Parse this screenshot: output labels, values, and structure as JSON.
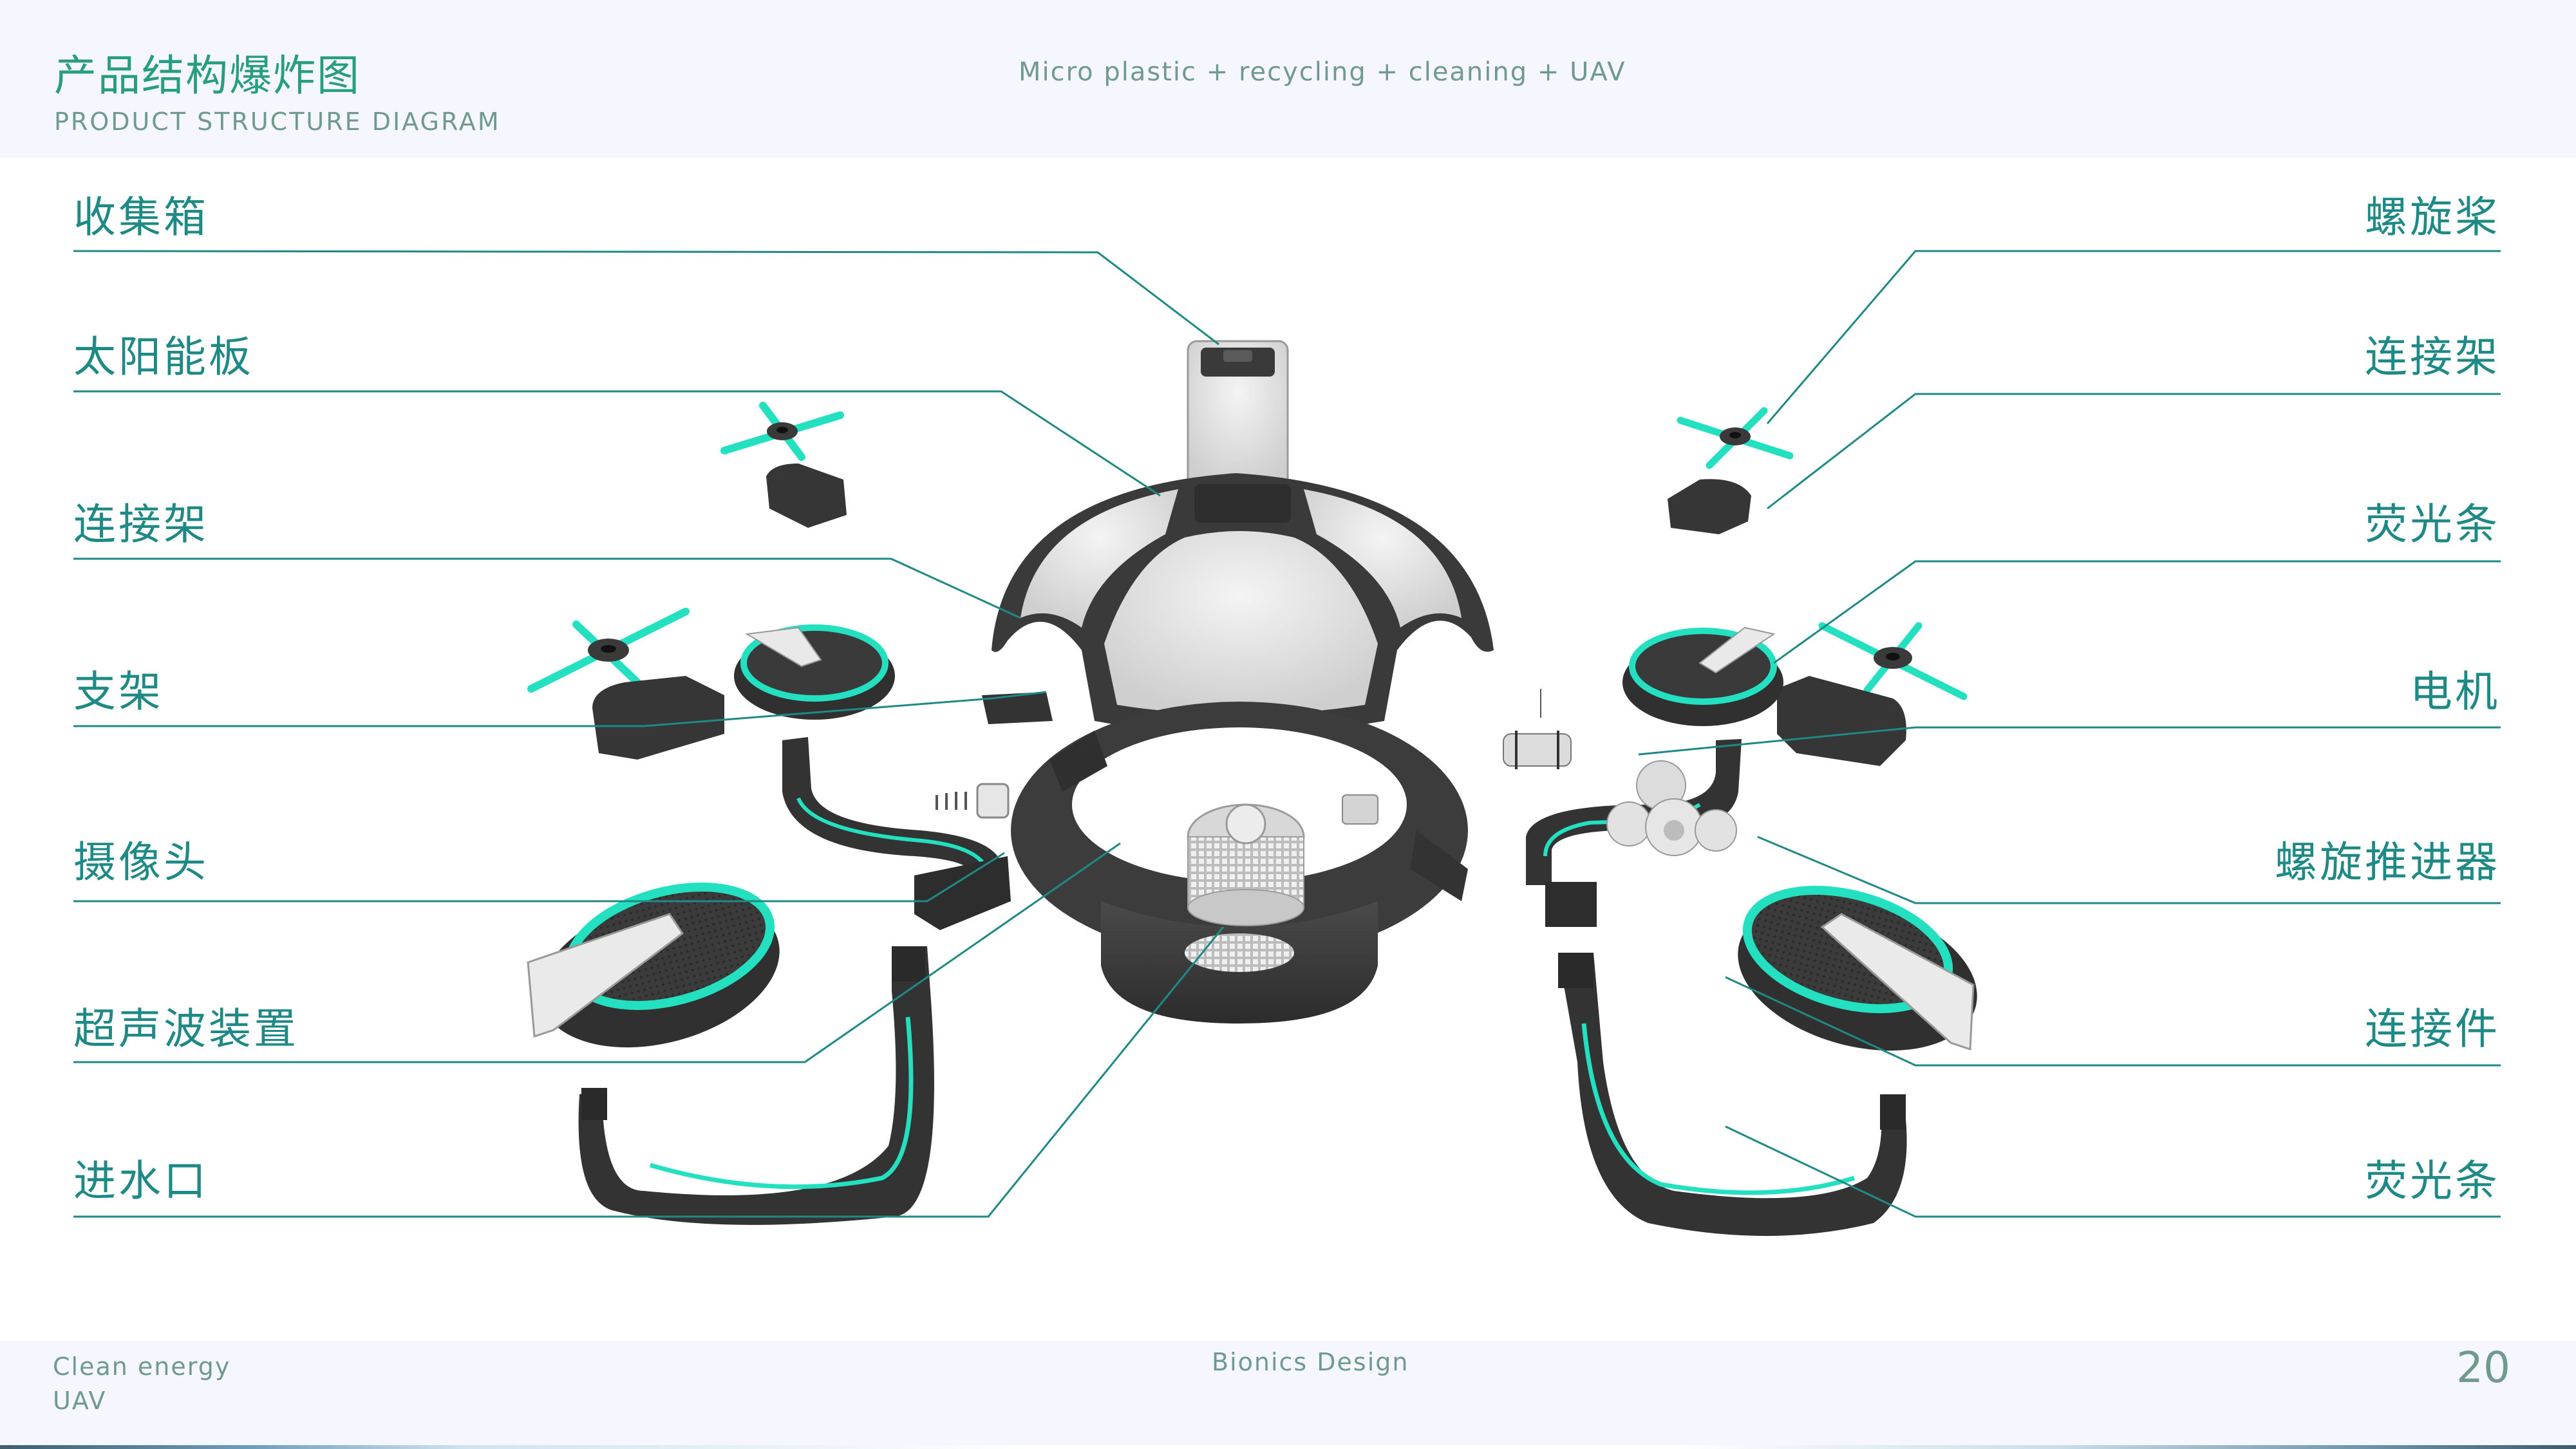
{
  "header": {
    "title_cn": "产品结构爆炸图",
    "title_en": "PRODUCT STRUCTURE DIAGRAM",
    "subtitle": "Micro plastic + recycling + cleaning + UAV"
  },
  "labels_left": [
    {
      "text": "收集箱"
    },
    {
      "text": "太阳能板"
    },
    {
      "text": "连接架"
    },
    {
      "text": "支架"
    },
    {
      "text": "摄像头"
    },
    {
      "text": "超声波装置"
    },
    {
      "text": "进水口"
    }
  ],
  "labels_right": [
    {
      "text": "螺旋桨"
    },
    {
      "text": "连接架"
    },
    {
      "text": "荧光条"
    },
    {
      "text": "电机"
    },
    {
      "text": "螺旋推进器"
    },
    {
      "text": "连接件"
    },
    {
      "text": "荧光条"
    }
  ],
  "footer": {
    "left_line1": "Clean energy",
    "left_line2": "UAV",
    "center": "Bionics Design",
    "page_number": "20"
  },
  "colors": {
    "accent_teal": "#1f8a85",
    "title_green": "#279e82",
    "muted_text": "#6f9a8e",
    "band_bg": "#f5f6fe",
    "glow_strip": "#22e0c0",
    "body_dark": "#3a3a3a",
    "shell_white": "#e8e8e8"
  }
}
